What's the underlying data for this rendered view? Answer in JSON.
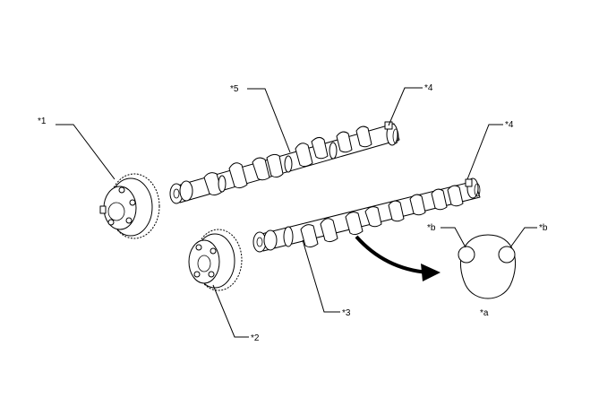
{
  "callouts": {
    "c1": "*1",
    "c2": "*2",
    "c3": "*3",
    "c4_upper": "*4",
    "c4_lower": "*4",
    "c5": "*5",
    "ca": "*a",
    "cb_left": "*b",
    "cb_right": "*b"
  }
}
